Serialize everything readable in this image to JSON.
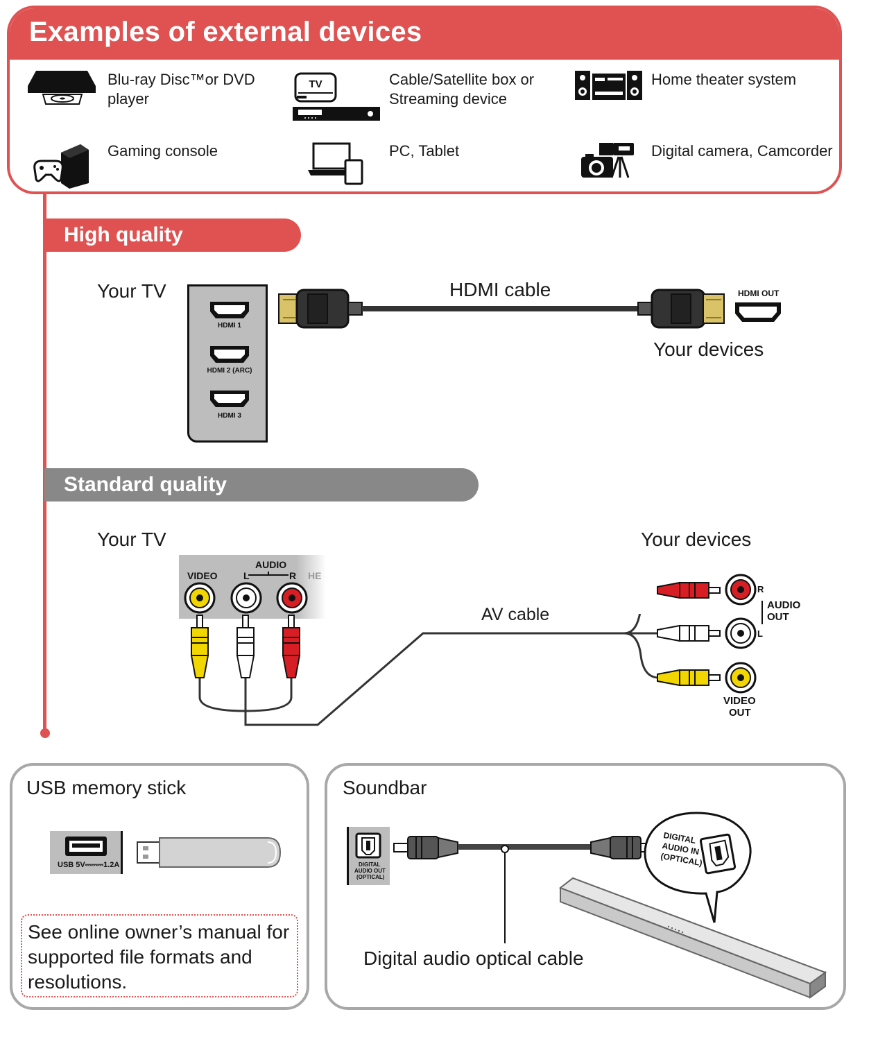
{
  "examples": {
    "title": "Examples of external devices",
    "devices": [
      {
        "label": "Blu-ray Disc™or DVD player",
        "icon": "bluray-player-icon"
      },
      {
        "label": "Cable/Satellite box or Streaming device",
        "icon": "set-top-box-icon"
      },
      {
        "label": "Home theater system",
        "icon": "home-theater-icon"
      },
      {
        "label": "Gaming console",
        "icon": "gaming-console-icon"
      },
      {
        "label": "PC, Tablet",
        "icon": "pc-tablet-icon"
      },
      {
        "label": "Digital camera, Camcorder",
        "icon": "camera-camcorder-icon"
      }
    ]
  },
  "high_quality": {
    "title": "High quality",
    "your_tv": "Your TV",
    "cable_label": "HDMI cable",
    "your_devices": "Your devices",
    "hdmi_out": "HDMI OUT",
    "ports": [
      "HDMI 1",
      "HDMI 2 (ARC)",
      "HDMI 3"
    ]
  },
  "standard_quality": {
    "title": "Standard quality",
    "your_tv": "Your TV",
    "your_devices": "Your devices",
    "cable_label": "AV cable",
    "tv_panel": {
      "video": "VIDEO",
      "audio": "AUDIO",
      "l": "L",
      "r": "R",
      "cut": "HE"
    },
    "device_panel": {
      "r": "R",
      "l": "L",
      "audio_out_1": "AUDIO",
      "audio_out_2": "OUT",
      "video_out_1": "VIDEO",
      "video_out_2": "OUT"
    },
    "colors": {
      "video": "#f2d600",
      "audio_l": "#ffffff",
      "audio_r": "#d61e24"
    }
  },
  "usb": {
    "title": "USB memory stick",
    "port_label": "USB 5V⎓⎓⎓1.2A",
    "note": "See online owner’s manual for supported file formats and resolutions."
  },
  "soundbar": {
    "title": "Soundbar",
    "port_label_1": "DIGITAL",
    "port_label_2": "AUDIO OUT",
    "port_label_3": "(OPTICAL)",
    "bubble_1": "DIGITAL",
    "bubble_2": "AUDIO IN",
    "bubble_3": "(OPTICAL)",
    "cable_label": "Digital audio optical cable"
  },
  "colors": {
    "accent": "#e05252",
    "gray_band": "#888888",
    "box_border": "#a8a8a8"
  }
}
